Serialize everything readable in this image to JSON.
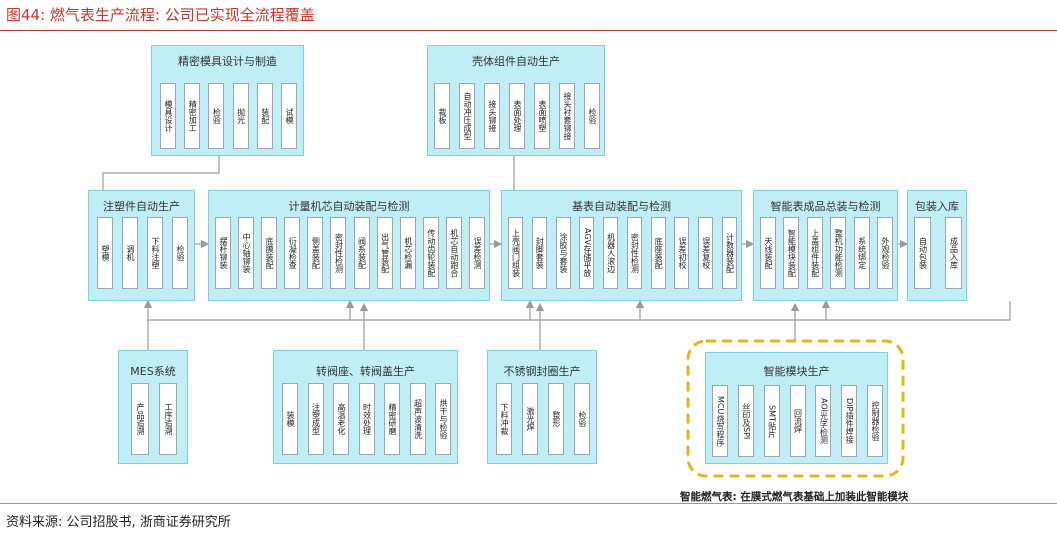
{
  "header": {
    "title": "图44:  燃气表生产流程:  公司已实现全流程覆盖"
  },
  "footer": {
    "source": "资料来源:  公司招股书,  浙商证券研究所"
  },
  "note": "智能燃气表:  在膜式燃气表基础上加装此智能模块",
  "groups": {
    "mold": {
      "title": "精密模具设计与制造",
      "steps": [
        "模具设计",
        "精密加工",
        "检验",
        "抛光",
        "装配",
        "试模"
      ]
    },
    "shell": {
      "title": "壳体组件自动生产",
      "steps": [
        "裁板",
        "自动冲压成型",
        "接头铆接",
        "表面处理",
        "表面喷塑",
        "接头衬套铆接",
        "检验"
      ]
    },
    "inject": {
      "title": "注塑件自动生产",
      "steps": [
        "塑模",
        "调机",
        "下料注塑",
        "检验"
      ]
    },
    "core": {
      "title": "计量机芯自动装配与检测",
      "steps": [
        "摆杆铆装",
        "中心轴铆装",
        "底膜装配",
        "衍凝检查",
        "侧盖装配",
        "密封性检测",
        "阀系装配",
        "出气管装配",
        "机芯检漏",
        "传动齿轮装配",
        "机芯自动跑合",
        "误差检测"
      ]
    },
    "base": {
      "title": "基表自动装配与检测",
      "steps": [
        "上壳阀门组装",
        "封脚套装",
        "涂胶与套装",
        "AGV存储平放",
        "机器人滚边",
        "密封性检测",
        "底座装配",
        "误差初校",
        "误差复校",
        "计数器装配"
      ]
    },
    "final": {
      "title": "智能表成品总装与检测",
      "steps": [
        "天线装配",
        "智能模块装配",
        "上盖组件装配",
        "整机功能检测",
        "系统绑定",
        "外观检验"
      ]
    },
    "pack": {
      "title": "包装入库",
      "steps": [
        "自动包装",
        "成品入库"
      ]
    },
    "mes": {
      "title": "MES系统",
      "steps": [
        "产品追溯",
        "工序追溯"
      ]
    },
    "valve": {
      "title": "转阀座、转阀盖生产",
      "steps": [
        "装模",
        "注塑成型",
        "高温老化",
        "时效处理",
        "精密研磨",
        "超声波清洗",
        "烘干与检验"
      ]
    },
    "ring": {
      "title": "不锈钢封圈生产",
      "steps": [
        "下料冲裁",
        "激光焊",
        "整形",
        "检验"
      ]
    },
    "smart": {
      "title": "智能模块生产",
      "steps": [
        "MCU烧写程序",
        "丝印及SPI",
        "SMT贴片",
        "回流焊",
        "AOI光学检测",
        "DIP插件焊接",
        "控制器检验"
      ]
    }
  },
  "colors": {
    "group_fill": "#bfeef6",
    "group_border": "#7fcfdc",
    "arrow": "#9a9a9a",
    "highlight": "#e8b41a",
    "title": "#c0392b"
  }
}
